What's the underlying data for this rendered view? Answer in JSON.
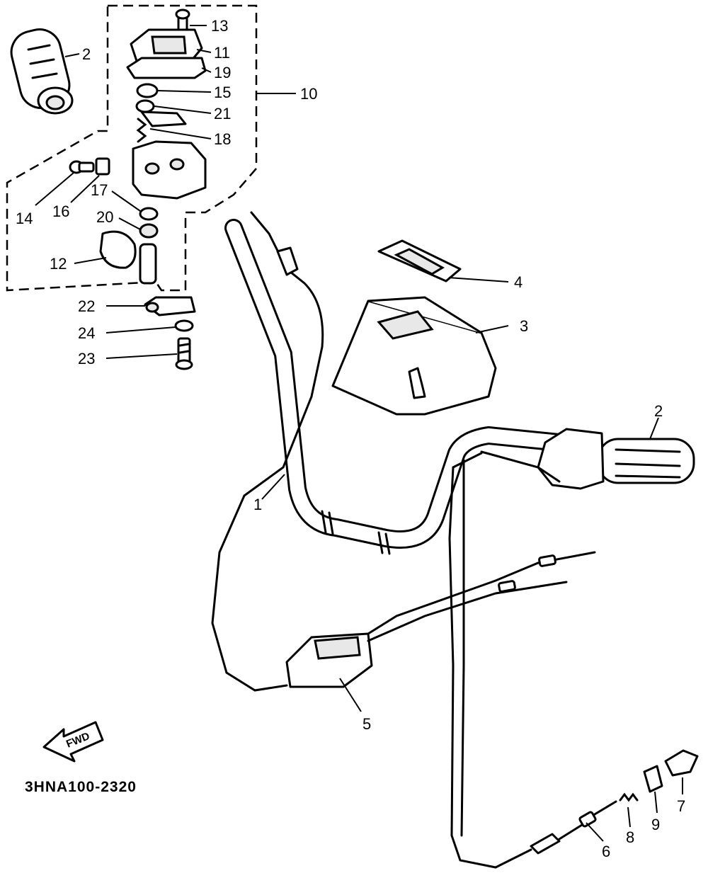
{
  "diagram_code": "3HNA100-2320",
  "direction_label": "FWD",
  "callouts": [
    {
      "id": "1",
      "label": "1"
    },
    {
      "id": "2a",
      "label": "2"
    },
    {
      "id": "2b",
      "label": "2"
    },
    {
      "id": "3",
      "label": "3"
    },
    {
      "id": "4",
      "label": "4"
    },
    {
      "id": "5",
      "label": "5"
    },
    {
      "id": "6",
      "label": "6"
    },
    {
      "id": "7",
      "label": "7"
    },
    {
      "id": "8",
      "label": "8"
    },
    {
      "id": "9",
      "label": "9"
    },
    {
      "id": "10",
      "label": "10"
    },
    {
      "id": "11",
      "label": "11"
    },
    {
      "id": "12",
      "label": "12"
    },
    {
      "id": "13",
      "label": "13"
    },
    {
      "id": "14",
      "label": "14"
    },
    {
      "id": "15",
      "label": "15"
    },
    {
      "id": "16",
      "label": "16"
    },
    {
      "id": "17",
      "label": "17"
    },
    {
      "id": "18",
      "label": "18"
    },
    {
      "id": "19",
      "label": "19"
    },
    {
      "id": "20",
      "label": "20"
    },
    {
      "id": "21",
      "label": "21"
    },
    {
      "id": "22",
      "label": "22"
    },
    {
      "id": "23",
      "label": "23"
    },
    {
      "id": "24",
      "label": "24"
    }
  ]
}
